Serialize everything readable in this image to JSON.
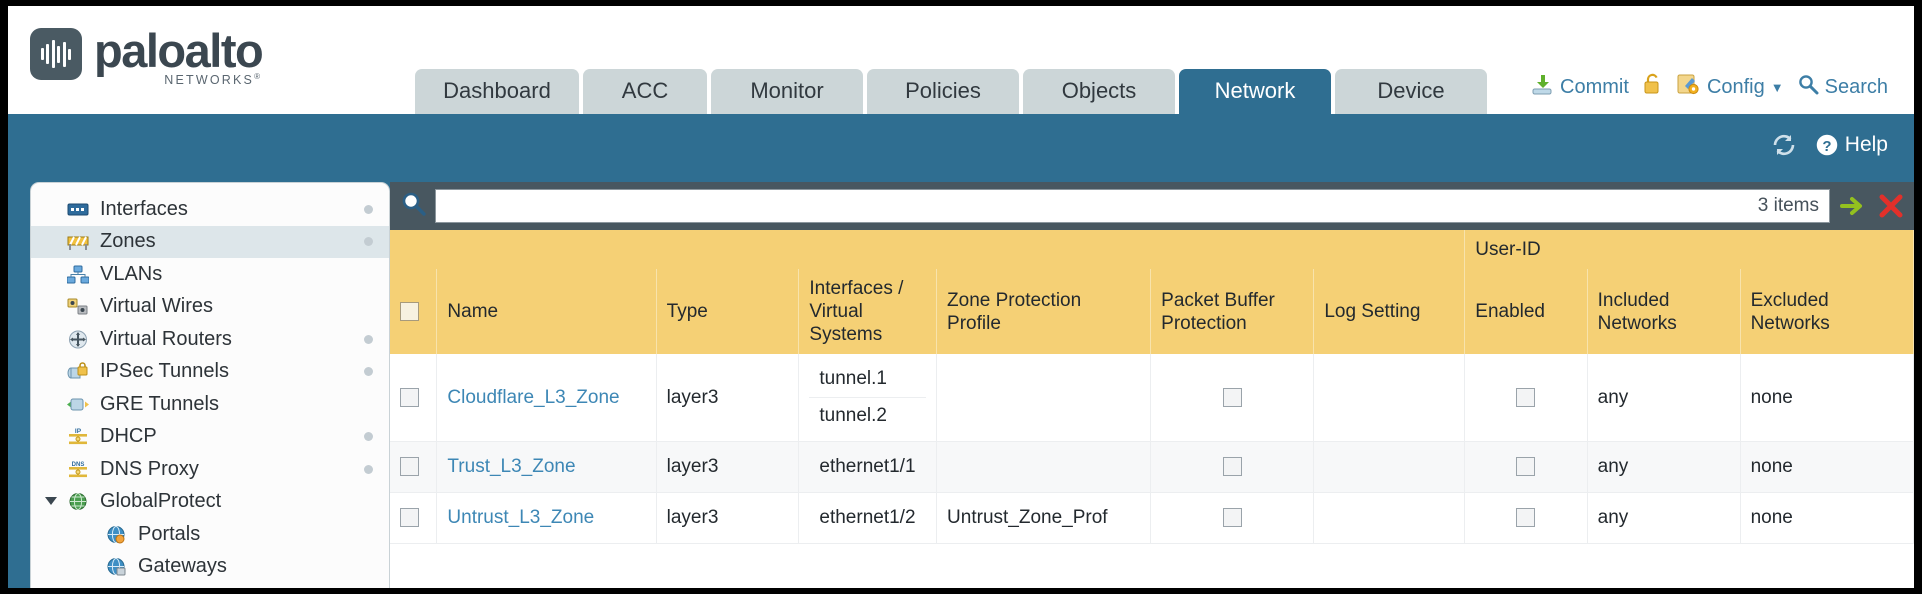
{
  "brand": {
    "name": "paloalto",
    "tagline": "NETWORKS",
    "registered": "®"
  },
  "nav_tabs": [
    {
      "label": "Dashboard",
      "active": false,
      "width": 164
    },
    {
      "label": "ACC",
      "active": false,
      "width": 124
    },
    {
      "label": "Monitor",
      "active": false,
      "width": 152
    },
    {
      "label": "Policies",
      "active": false,
      "width": 152
    },
    {
      "label": "Objects",
      "active": false,
      "width": 152
    },
    {
      "label": "Network",
      "active": true,
      "width": 152
    },
    {
      "label": "Device",
      "active": false,
      "width": 152
    }
  ],
  "toolbar": {
    "commit_label": "Commit",
    "commit_icon": "commit-download-icon",
    "lock_icon": "padlock-icon",
    "config_label": "Config",
    "config_icon": "config-wrench-icon",
    "config_caret": "▼",
    "search_label": "Search",
    "search_icon": "magnifier-icon"
  },
  "band": {
    "refresh_icon": "refresh-icon",
    "help_label": "Help",
    "help_icon": "help-question-icon"
  },
  "sidebar": {
    "items": [
      {
        "label": "Interfaces",
        "icon": "interfaces-icon",
        "dot": true,
        "child": false,
        "selected": false,
        "caret": false
      },
      {
        "label": "Zones",
        "icon": "zones-icon",
        "dot": true,
        "child": false,
        "selected": true,
        "caret": false
      },
      {
        "label": "VLANs",
        "icon": "vlans-icon",
        "dot": false,
        "child": false,
        "selected": false,
        "caret": false
      },
      {
        "label": "Virtual Wires",
        "icon": "virtual-wires-icon",
        "dot": false,
        "child": false,
        "selected": false,
        "caret": false
      },
      {
        "label": "Virtual Routers",
        "icon": "virtual-routers-icon",
        "dot": true,
        "child": false,
        "selected": false,
        "caret": false
      },
      {
        "label": "IPSec Tunnels",
        "icon": "ipsec-tunnels-icon",
        "dot": true,
        "child": false,
        "selected": false,
        "caret": false
      },
      {
        "label": "GRE Tunnels",
        "icon": "gre-tunnels-icon",
        "dot": false,
        "child": false,
        "selected": false,
        "caret": false
      },
      {
        "label": "DHCP",
        "icon": "dhcp-icon",
        "dot": true,
        "child": false,
        "selected": false,
        "caret": false
      },
      {
        "label": "DNS Proxy",
        "icon": "dns-proxy-icon",
        "dot": true,
        "child": false,
        "selected": false,
        "caret": false
      },
      {
        "label": "GlobalProtect",
        "icon": "globalprotect-icon",
        "dot": false,
        "child": false,
        "selected": false,
        "caret": true
      },
      {
        "label": "Portals",
        "icon": "portals-icon",
        "dot": false,
        "child": true,
        "selected": false,
        "caret": false
      },
      {
        "label": "Gateways",
        "icon": "gateways-icon",
        "dot": false,
        "child": true,
        "selected": false,
        "caret": false
      }
    ]
  },
  "search": {
    "icon": "magnifier-icon",
    "value": "",
    "placeholder": "",
    "items_count": "3 items",
    "apply_icon": "apply-filter-arrow-icon",
    "clear_icon": "clear-filter-x-icon"
  },
  "table": {
    "group_header": "User-ID",
    "columns": [
      "Name",
      "Type",
      "Interfaces / Virtual Systems",
      "Zone Protection Profile",
      "Packet Buffer Protection",
      "Log Setting",
      "Enabled",
      "Included Networks",
      "Excluded Networks"
    ],
    "rows": [
      {
        "name": "Cloudflare_L3_Zone",
        "type": "layer3",
        "interfaces": [
          "tunnel.1",
          "tunnel.2"
        ],
        "zone_protection_profile": "",
        "packet_buffer_protection": false,
        "log_setting": "",
        "userid_enabled": false,
        "included_networks": "any",
        "excluded_networks": "none"
      },
      {
        "name": "Trust_L3_Zone",
        "type": "layer3",
        "interfaces": [
          "ethernet1/1"
        ],
        "zone_protection_profile": "",
        "packet_buffer_protection": false,
        "log_setting": "",
        "userid_enabled": false,
        "included_networks": "any",
        "excluded_networks": "none"
      },
      {
        "name": "Untrust_L3_Zone",
        "type": "layer3",
        "interfaces": [
          "ethernet1/2"
        ],
        "zone_protection_profile": "Untrust_Zone_Prof",
        "packet_buffer_protection": false,
        "log_setting": "",
        "userid_enabled": false,
        "included_networks": "any",
        "excluded_networks": "none"
      }
    ]
  },
  "colors": {
    "brand_blue": "#2f6e91",
    "header_yellow": "#f5d075",
    "group_yellow": "#dfae42",
    "link_blue": "#3d87b5",
    "toolbar_dark": "#485760"
  }
}
